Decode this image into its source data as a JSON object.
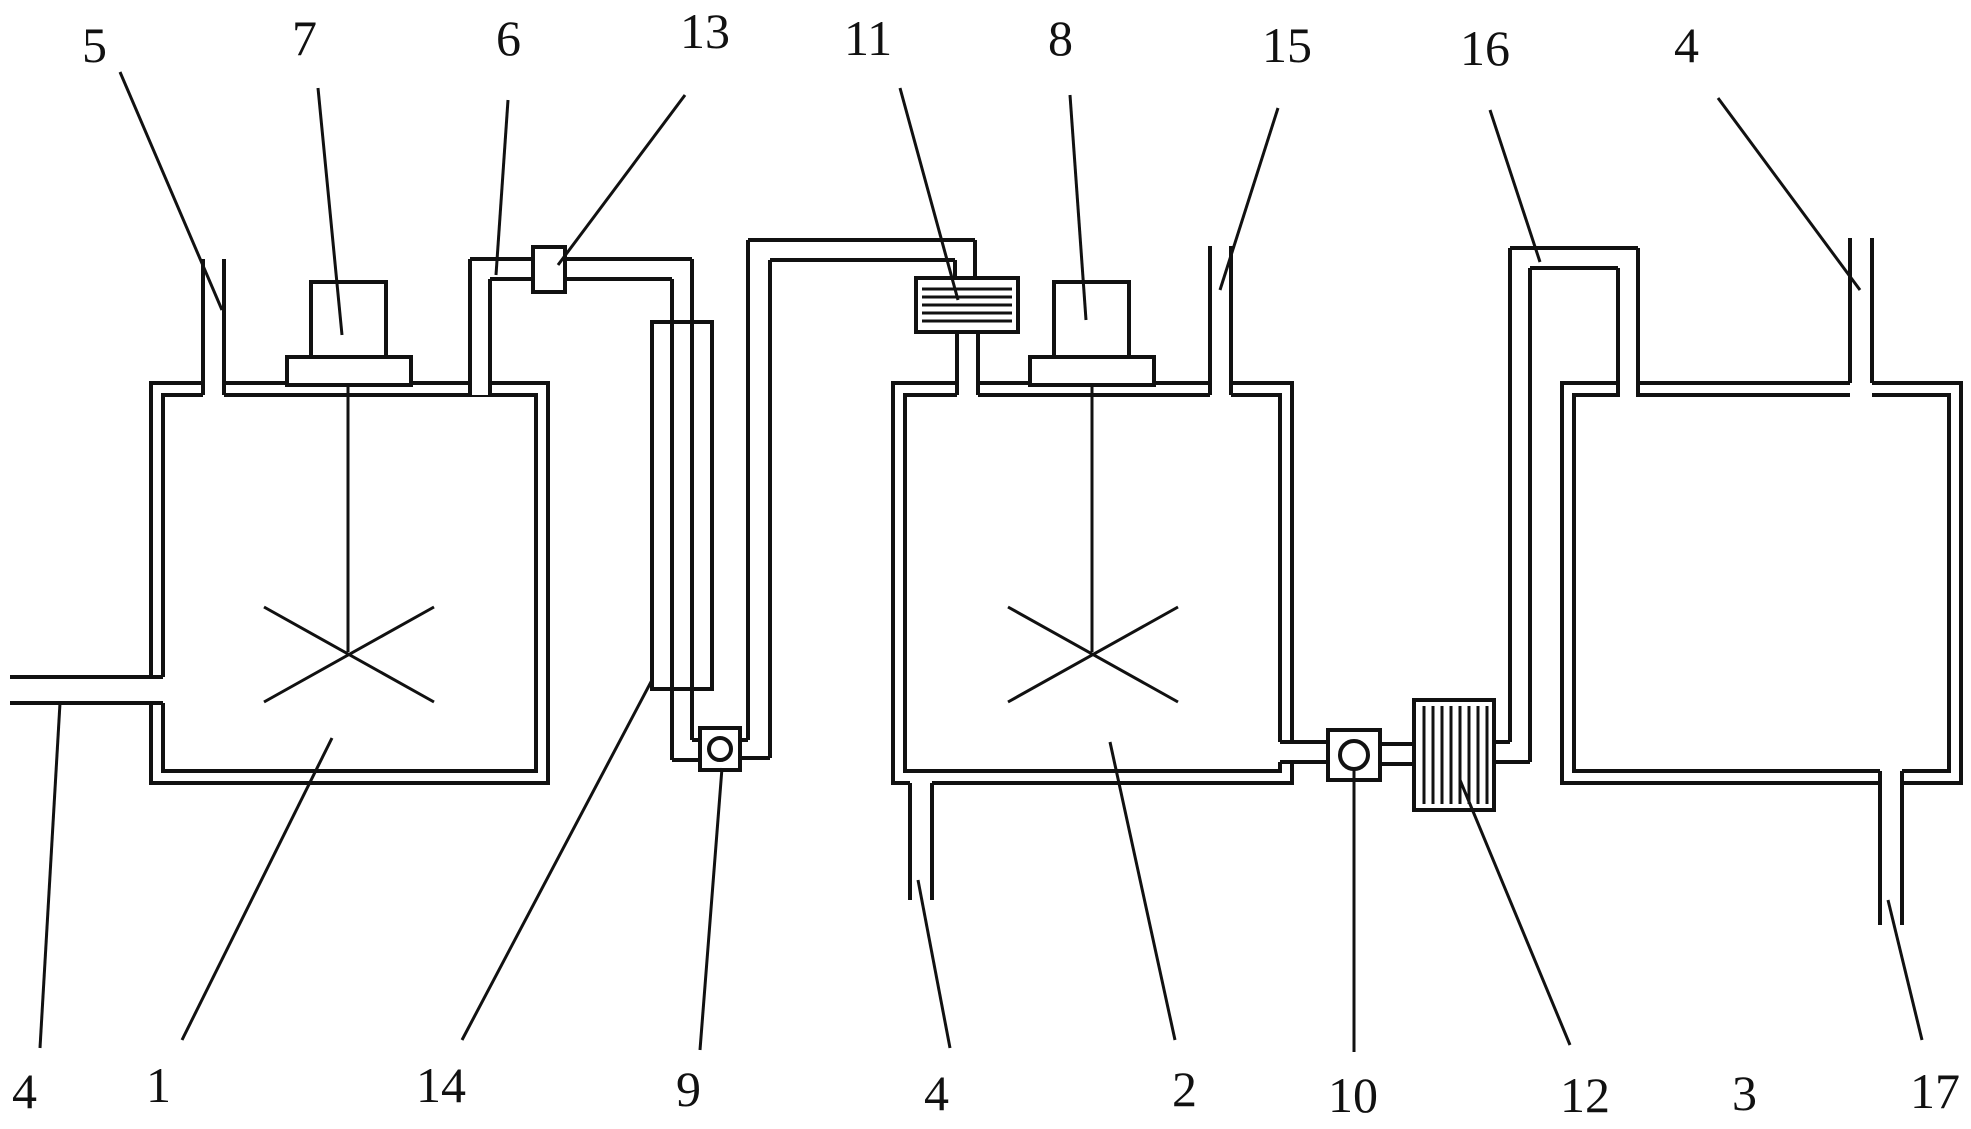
{
  "labels": {
    "l5": "5",
    "l7": "7",
    "l6": "6",
    "l13": "13",
    "l11": "11",
    "l8": "8",
    "l15": "15",
    "l16": "16",
    "l4_top": "4",
    "l4_left": "4",
    "l1": "1",
    "l14": "14",
    "l9": "9",
    "l4_mid": "4",
    "l2": "2",
    "l10": "10",
    "l12": "12",
    "l3": "3",
    "l17": "17"
  }
}
